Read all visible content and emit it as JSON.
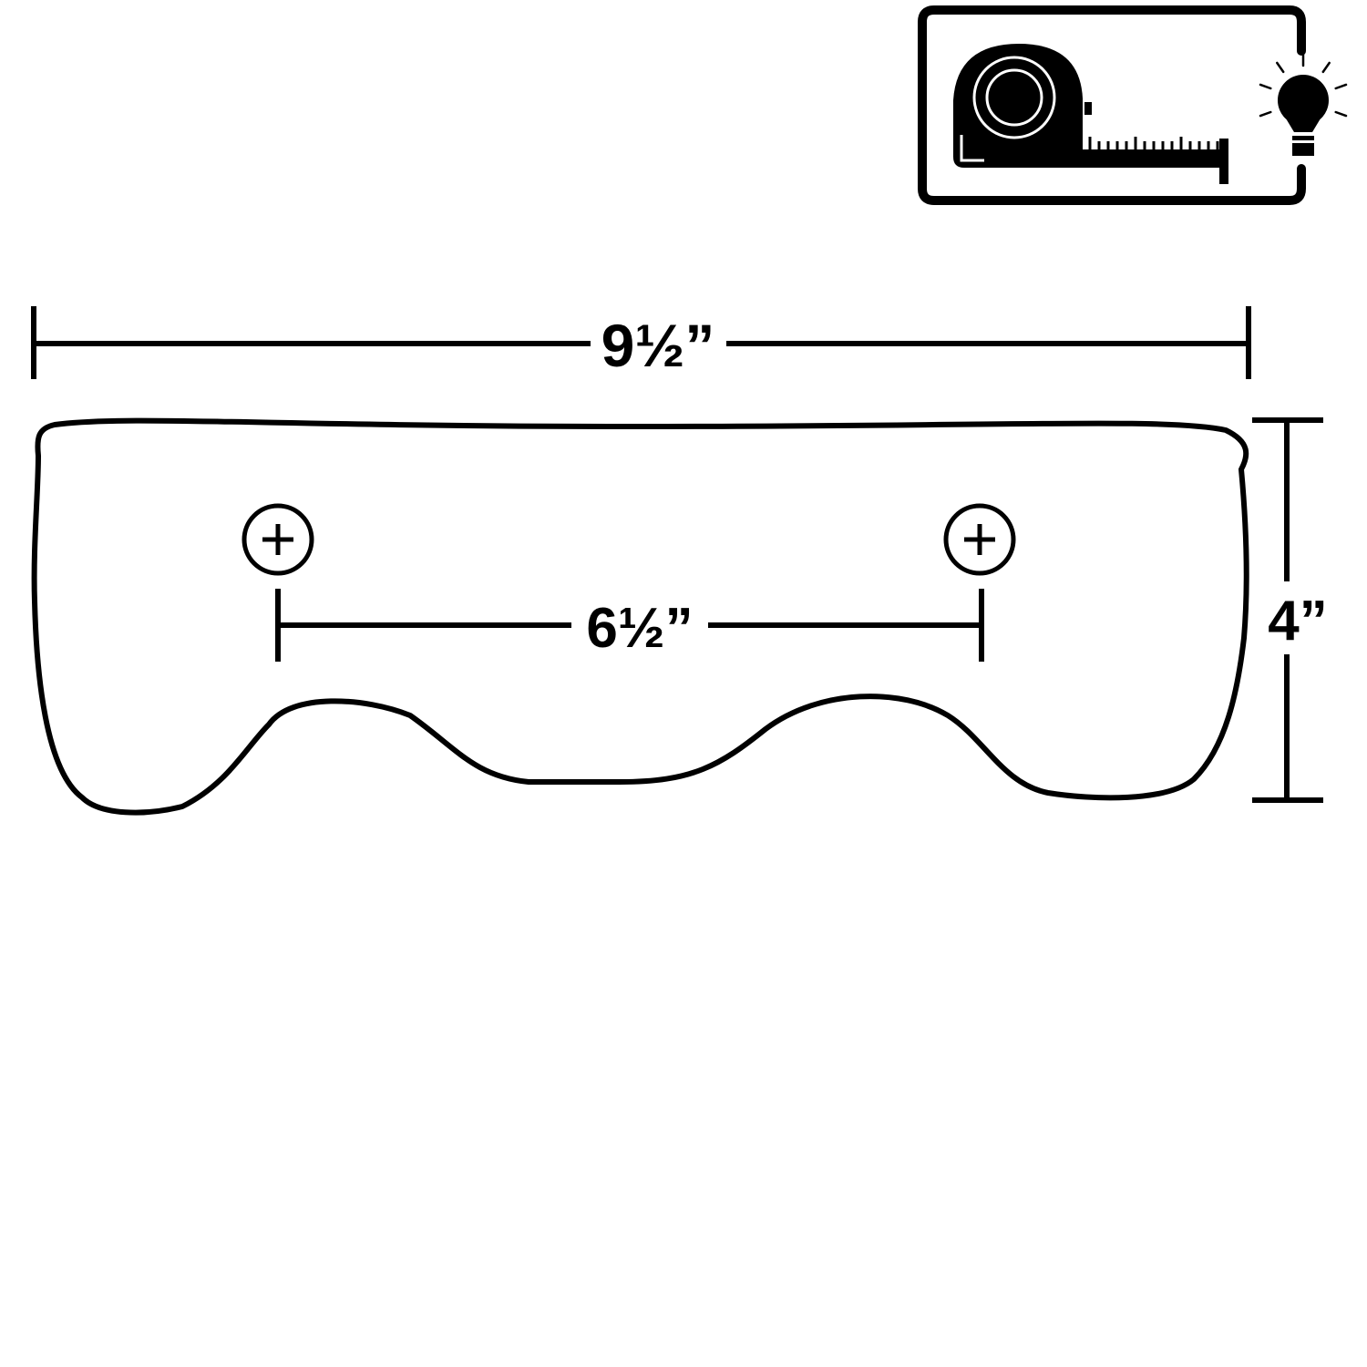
{
  "dimensions": {
    "total_width": "9½”",
    "hole_spacing": "6½”",
    "height": "4”"
  },
  "icons": {
    "badge": [
      "tape-measure-icon",
      "lightbulb-icon"
    ],
    "holes": [
      "screw-hole-icon",
      "screw-hole-icon"
    ]
  },
  "colors": {
    "line": "#000000",
    "background": "#ffffff"
  }
}
